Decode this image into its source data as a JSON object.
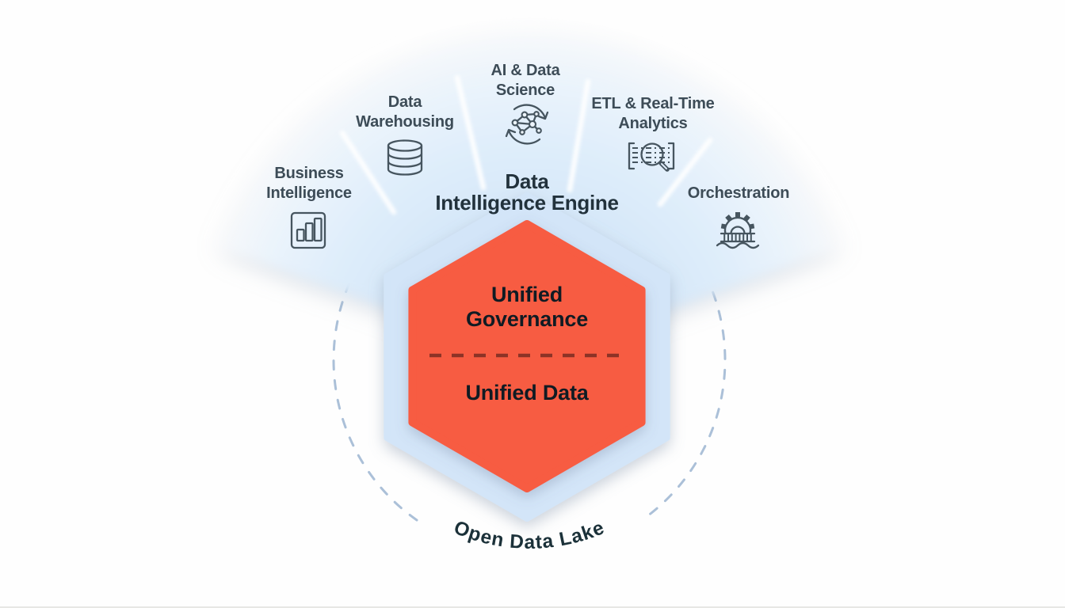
{
  "diagram": {
    "engine_title": {
      "line1": "Data",
      "line2": "Intelligence Engine"
    },
    "capabilities": [
      {
        "line1": "Business",
        "line2": "Intelligence",
        "icon": "bar-chart-icon"
      },
      {
        "line1": "Data",
        "line2": "Warehousing",
        "icon": "database-icon"
      },
      {
        "line1": "AI & Data",
        "line2": "Science",
        "icon": "network-cycle-icon"
      },
      {
        "line1": "ETL & Real-Time",
        "line2": "Analytics",
        "icon": "magnifier-stream-icon"
      },
      {
        "line1": "Orchestration",
        "icon": "gear-bridge-icon"
      }
    ],
    "hexagon": {
      "upper_label_line1": "Unified",
      "upper_label_line2": "Governance",
      "lower_label": "Unified Data"
    },
    "lake_label": "Open Data Lake",
    "colors": {
      "hexagon_orange": "#f75b42",
      "hexagon_blue": "#d3e5f8",
      "fan_blue_core": "#c7def4",
      "navy_text": "#1b3139",
      "label_slate": "#3d4c57",
      "icon_stroke": "#46555f",
      "governance_divider": "#7a2d22",
      "lake_dash": "#abc0d8"
    }
  }
}
